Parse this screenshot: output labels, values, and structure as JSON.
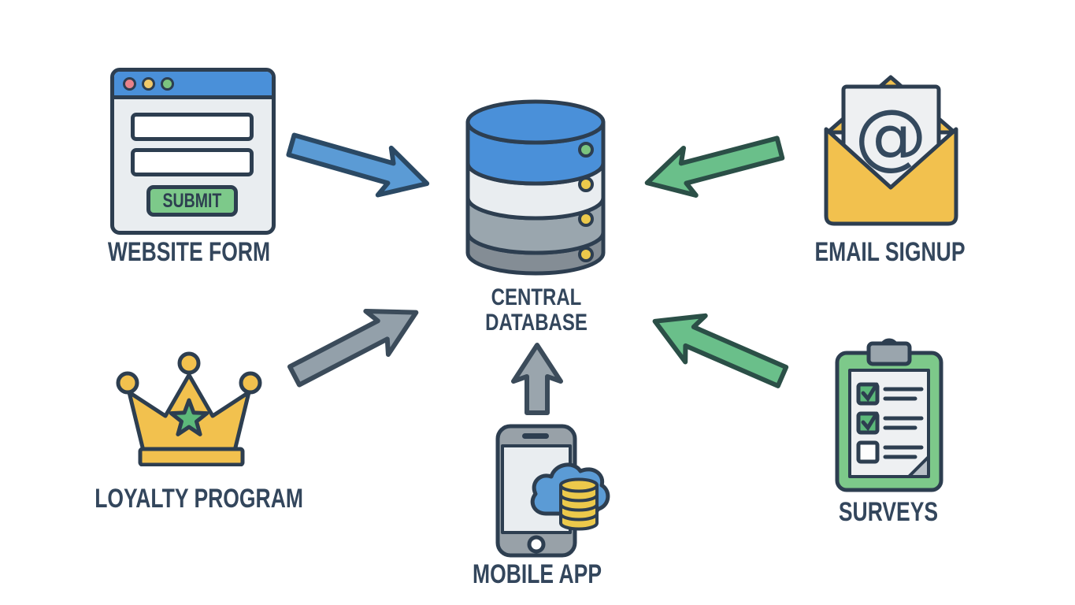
{
  "diagram": {
    "background": "#ffffff",
    "center_database": {
      "label_line1": "CENTRAL",
      "label_line2": "DATABASE",
      "label": "CENTRAL DATABASE"
    },
    "nodes": {
      "website_form": {
        "label": "WEBSITE FORM",
        "button_label": "SUBMIT"
      },
      "email_signup": {
        "label": "EMAIL SIGNUP",
        "at_symbol": "@"
      },
      "loyalty_program": {
        "label": "LOYALTY PROGRAM"
      },
      "mobile_app": {
        "label": "MOBILE APP"
      },
      "surveys": {
        "label": "SURVEYS"
      }
    },
    "arrows": {
      "website_to_database": {
        "from": "website_form",
        "to": "central_database",
        "color": "#5b9bd5",
        "direction": "down-right"
      },
      "email_to_database": {
        "from": "email_signup",
        "to": "central_database",
        "color": "#6abf8a",
        "direction": "down-left"
      },
      "loyalty_to_database": {
        "from": "loyalty_program",
        "to": "central_database",
        "color": "#93a0aa",
        "direction": "up-right"
      },
      "mobile_to_database": {
        "from": "mobile_app",
        "to": "central_database",
        "color": "#9aa5ad",
        "direction": "up"
      },
      "surveys_to_database": {
        "from": "surveys",
        "to": "central_database",
        "color": "#6abf8a",
        "direction": "up-left"
      }
    },
    "colors": {
      "outline": "#2d3e50",
      "label_text": "#33465c",
      "db_blue": "#4a90d9",
      "db_light": "#e9edf0",
      "db_mid": "#9aa6ae",
      "db_dark": "#848d95",
      "dot_green": "#7bc47f",
      "dot_yellow": "#ecc94b",
      "envelope_yellow": "#f2c14e",
      "paper": "#eef0f2",
      "crown_yellow": "#f2c14e",
      "star_green": "#5cb87a",
      "button_green": "#7dc98a",
      "board_green": "#7dc98a",
      "clip_gray": "#9aa5ad",
      "fold_gray": "#b9c1c8",
      "phone_gray": "#98a1a8",
      "screen_light": "#e9edf0",
      "cloud_blue": "#5b9bd5",
      "mini_db_yellow": "#ecc94b",
      "titlebar_blue": "#4a90d9"
    }
  }
}
